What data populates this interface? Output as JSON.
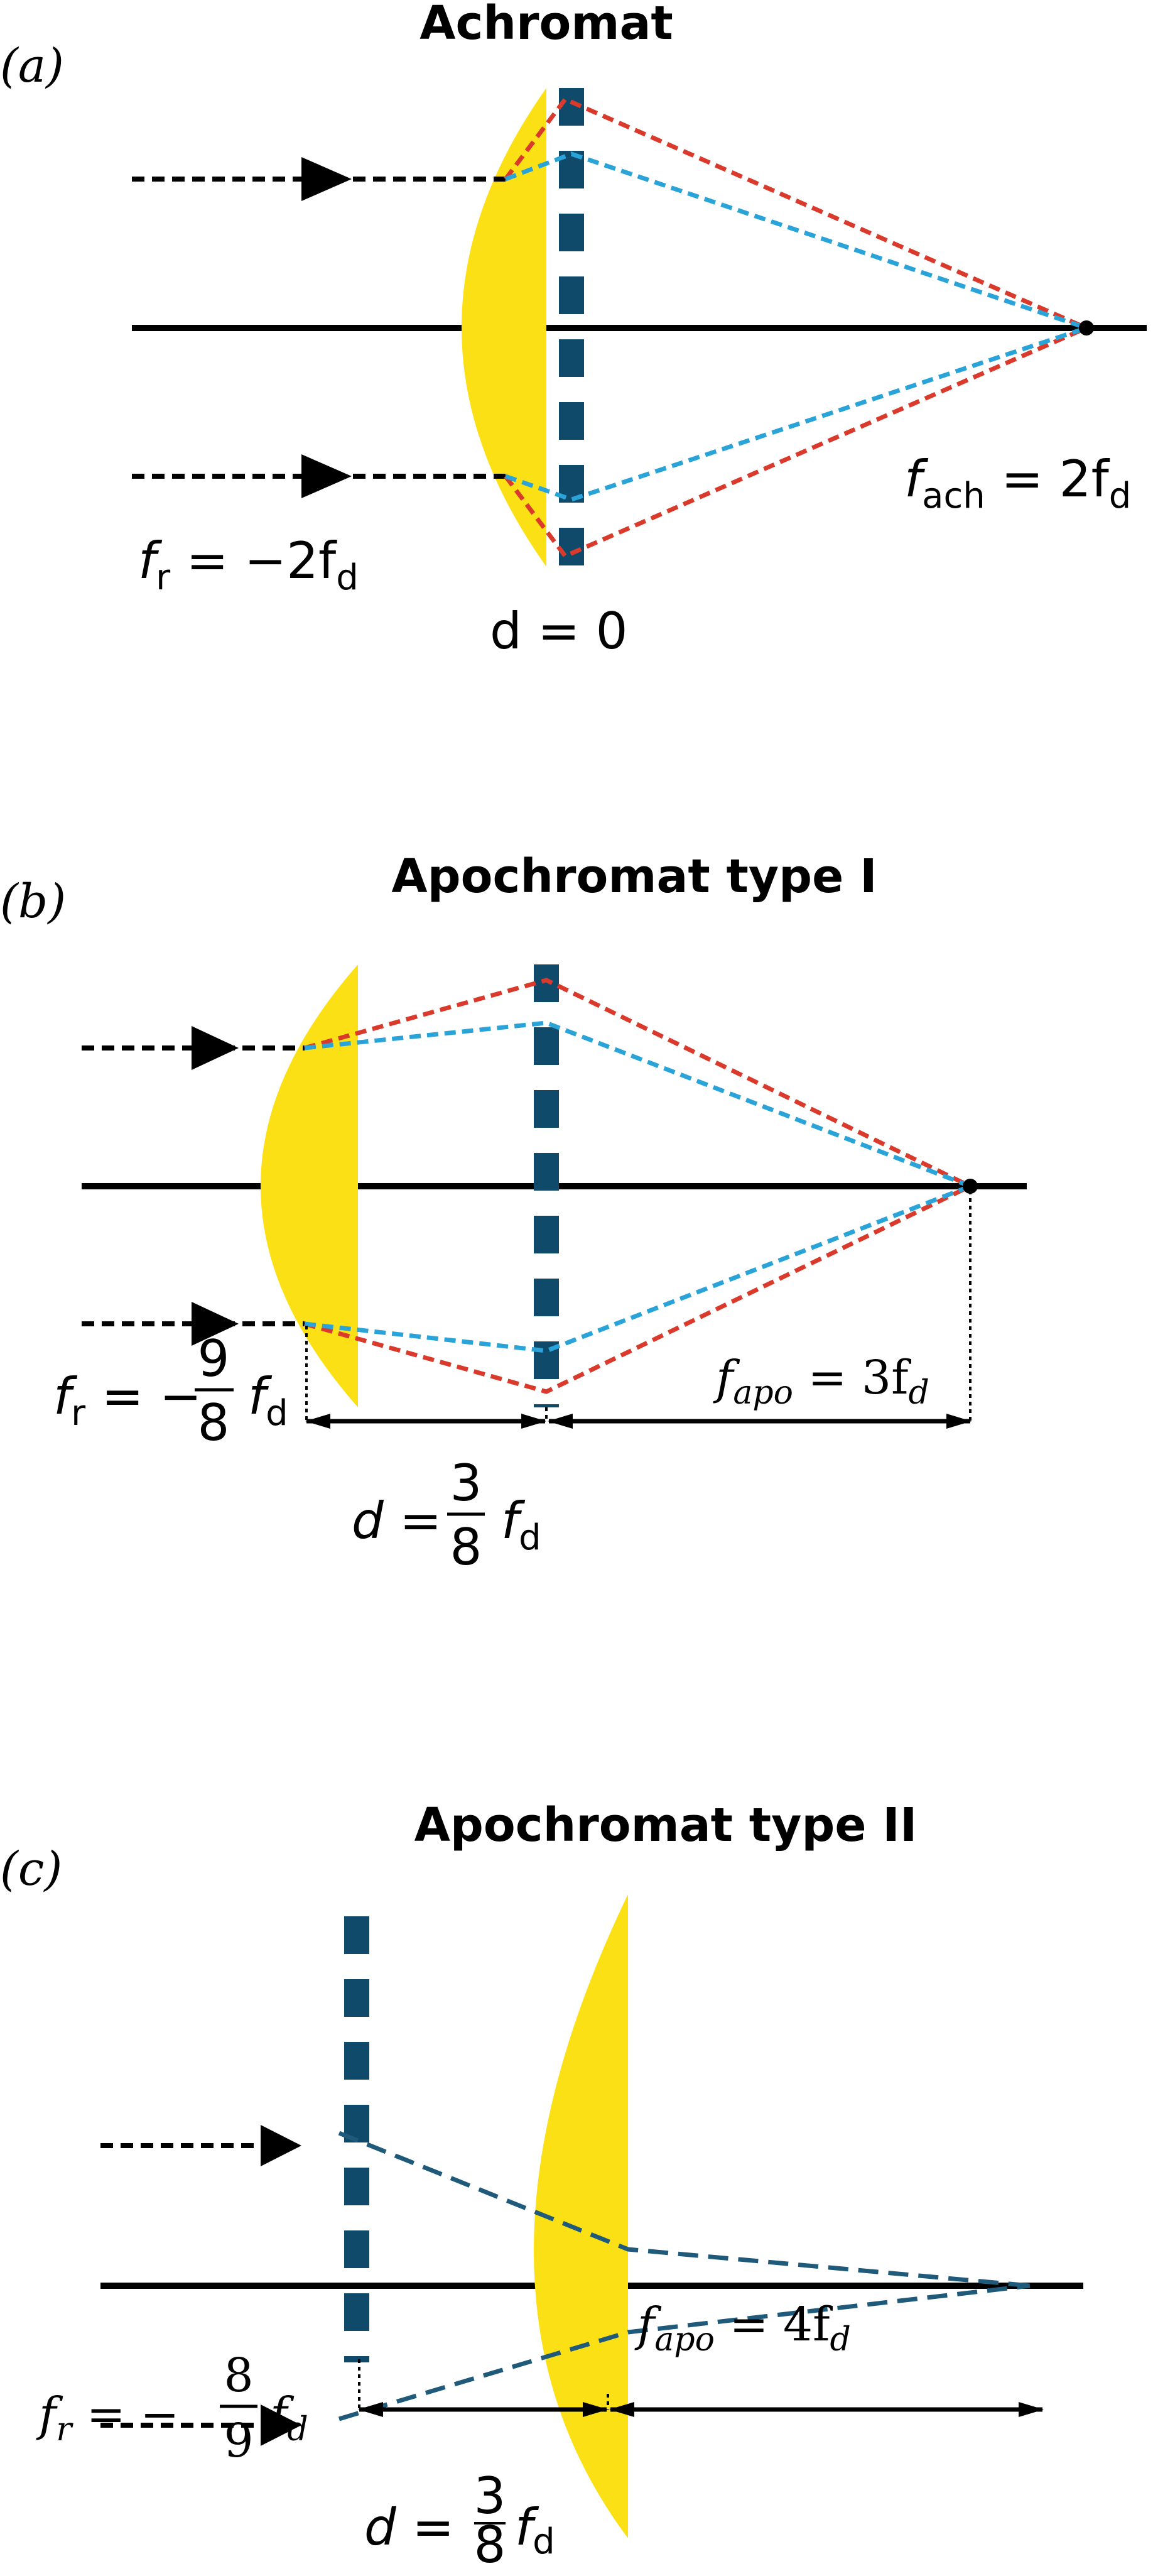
{
  "colors": {
    "red_ray": "#d93a2b",
    "blue_ray": "#2aa3d8",
    "lens": "#fbe015",
    "diffractive": "#0f4a6b",
    "axis": "#000000",
    "dark_ray": "#1f5a7a"
  },
  "panels": [
    {
      "letter": "(a)",
      "title": "Achromat",
      "fr_label": {
        "lhs": "f",
        "sub": "r",
        "rhs": " = −2f",
        "rsub": "d"
      },
      "d_label": "d = 0",
      "f_label": {
        "lhs": "f",
        "sub": "ach",
        "rhs": " = 2f",
        "rsub": "d"
      }
    },
    {
      "letter": "(b)",
      "title": "Apochromat type I",
      "fr_label": {
        "lhs": "f",
        "sub": "r",
        "eq": " = −",
        "num": "9",
        "den": "8",
        "tail": "f",
        "tsub": "d"
      },
      "d_label": {
        "lhs": "d = ",
        "num": "3",
        "den": "8",
        "tail": "f",
        "tsub": "d"
      },
      "f_label": {
        "lhs": "f",
        "sub": "apo",
        "rhs": "  = 3f",
        "rsub": "d"
      }
    },
    {
      "letter": "(c)",
      "title": "Apochromat type II",
      "fr_label": {
        "lhs": "f",
        "sub": "r",
        "eq": "  = −",
        "num": "8",
        "den": "9",
        "tail": "f",
        "tsub": "d"
      },
      "d_label": {
        "lhs": "d = ",
        "num": "3",
        "den": "8",
        "tail": "f",
        "tsub": "d"
      },
      "f_label": {
        "lhs": "f",
        "sub": "apo",
        "rhs": "  = 4f",
        "rsub": "d"
      }
    }
  ]
}
